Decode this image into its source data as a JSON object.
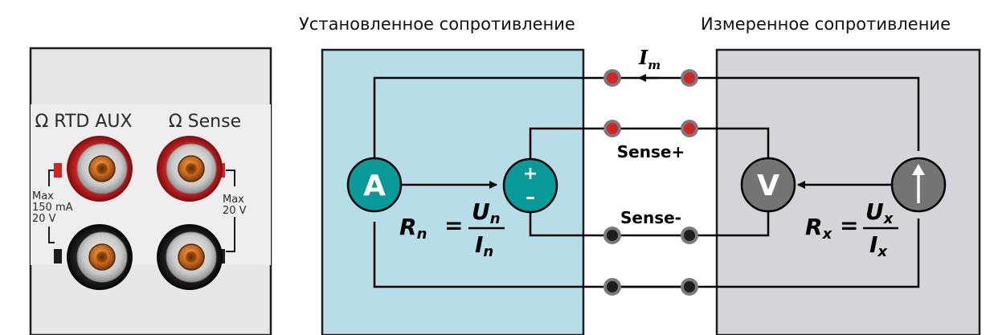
{
  "captions": {
    "set_resistance": "Установленное сопротивление",
    "measured_resistance": "Измеренное сопротивление"
  },
  "panel": {
    "jack_label_left": "Ω RTD AUX",
    "jack_label_right": "Ω Sense",
    "left_limits": [
      "Max",
      "150 mA",
      "20 V"
    ],
    "right_limits": [
      "Max",
      "20 V"
    ]
  },
  "circuit": {
    "current_label": "I",
    "current_sub": "m",
    "sense_plus": "Sense+",
    "sense_minus": "Sense-",
    "ammeter": "A",
    "voltmeter": "V",
    "source_plus": "+",
    "source_minus": "–",
    "formula_left": {
      "lhs": "R",
      "lhs_sub": "n",
      "num": "U",
      "num_sub": "n",
      "den": "I",
      "den_sub": "n"
    },
    "formula_right": {
      "lhs": "R",
      "lhs_sub": "x",
      "num": "U",
      "num_sub": "x",
      "den": "I",
      "den_sub": "x"
    }
  },
  "colors": {
    "teal": "#089a98",
    "gray": "#747474",
    "left_panel": "#b7dde9",
    "right_panel": "#d5d5d9",
    "red_terminal": "#d42323",
    "dark_terminal": "#1d1d1d"
  }
}
